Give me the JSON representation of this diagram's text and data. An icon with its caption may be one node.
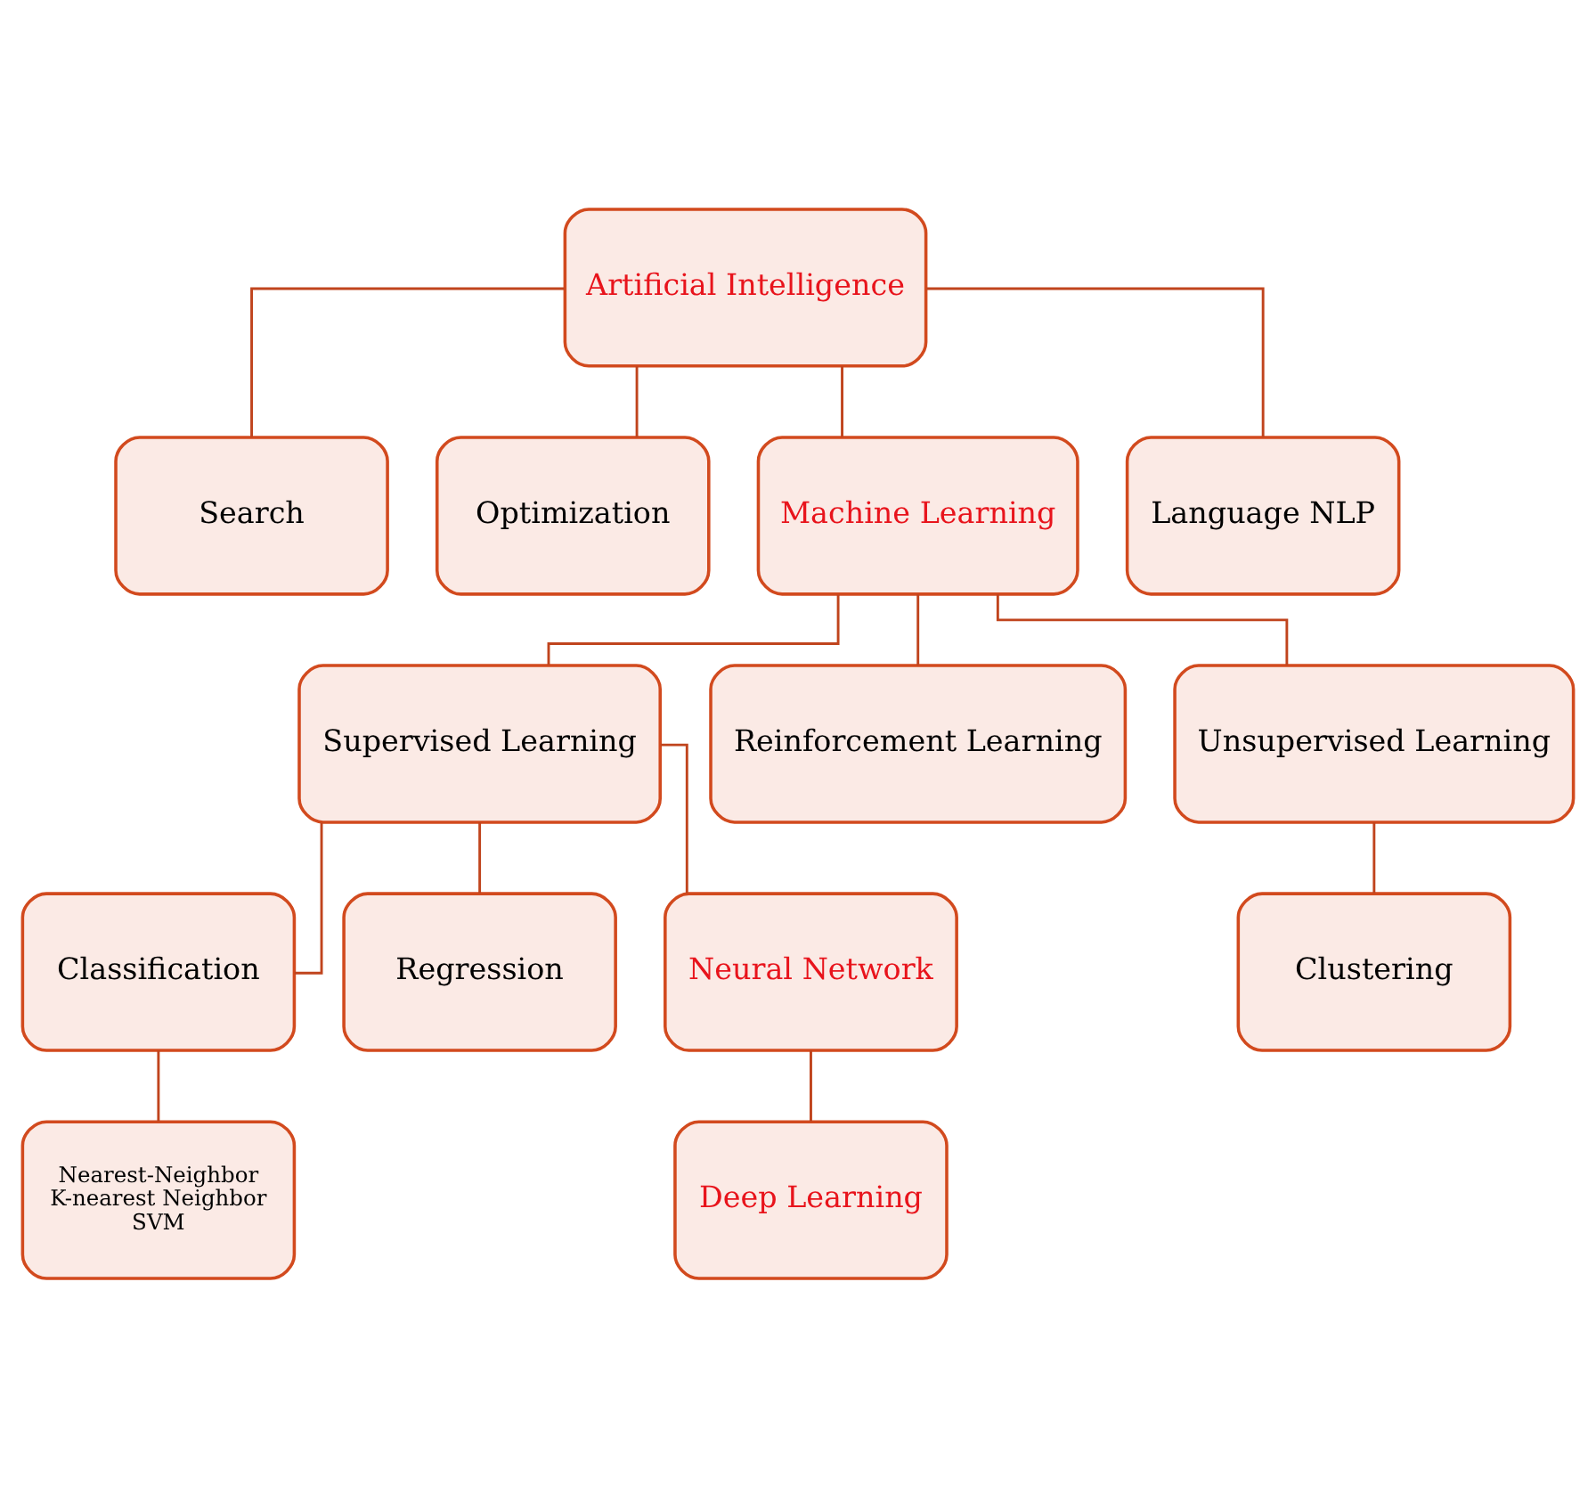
{
  "diagram": {
    "nodes": [
      {
        "text": [
          "Artificial Intelligence"
        ]
      },
      {
        "text": [
          "Search"
        ]
      },
      {
        "text": [
          "Optimization"
        ]
      },
      {
        "text": [
          "Machine Learning"
        ]
      },
      {
        "text": [
          "Language NLP"
        ]
      },
      {
        "text": [
          "Supervised Learning"
        ]
      },
      {
        "text": [
          "Reinforcement Learning"
        ]
      },
      {
        "text": [
          "Unsupervised Learning"
        ]
      },
      {
        "text": [
          "Classification"
        ]
      },
      {
        "text": [
          "Regression"
        ]
      },
      {
        "text": [
          "Neural Network"
        ]
      },
      {
        "text": [
          "Clustering"
        ]
      },
      {
        "text": [
          "Nearest-Neighbor",
          "K-nearest Neighbor",
          "SVM"
        ]
      },
      {
        "text": [
          "Deep Learning"
        ]
      }
    ],
    "edges": [
      {
        "from": 0,
        "to": 1,
        "arrow": "none"
      },
      {
        "from": 0,
        "to": 2,
        "arrow": "none"
      },
      {
        "from": 0,
        "to": 3,
        "arrow": "none"
      },
      {
        "from": 0,
        "to": 4,
        "arrow": "none"
      },
      {
        "from": 3,
        "to": 5,
        "arrow": "none"
      },
      {
        "from": 3,
        "to": 6,
        "arrow": "none"
      },
      {
        "from": 3,
        "to": 7,
        "arrow": "none"
      },
      {
        "from": 5,
        "to": 8,
        "arrow": "none"
      },
      {
        "from": 5,
        "to": 9,
        "arrow": "none"
      },
      {
        "from": 5,
        "to": 10,
        "arrow": "none"
      },
      {
        "from": 7,
        "to": 11,
        "arrow": "none"
      },
      {
        "from": 8,
        "to": 12,
        "arrow": "none"
      },
      {
        "from": 10,
        "to": 13,
        "arrow": "none"
      }
    ]
  }
}
